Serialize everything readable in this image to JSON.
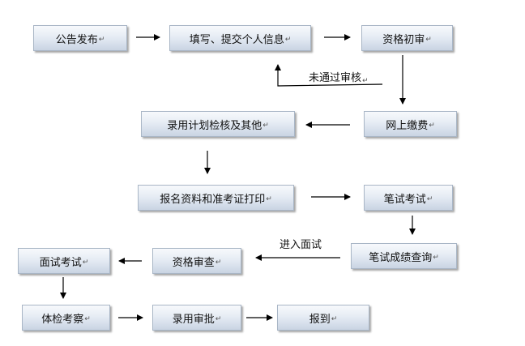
{
  "return_mark": "↵",
  "nodes": {
    "announcement": "公告发布",
    "fill_submit_info": "填写、提交个人信息",
    "qualification_initial_review": "资格初审",
    "online_payment": "网上缴费",
    "admission_plan_check": "录用计划检核及其他",
    "print_materials_admission_ticket": "报名资料和准考证打印",
    "written_exam": "笔试考试",
    "written_score_query": "笔试成绩查询",
    "qualification_review": "资格审查",
    "interview": "面试考试",
    "physical_inspection": "体检考察",
    "hiring_approval": "录用审批",
    "report_for_duty": "报到"
  },
  "edge_labels": {
    "review_failed": "未通过审核",
    "enter_interview": "进入面试"
  }
}
